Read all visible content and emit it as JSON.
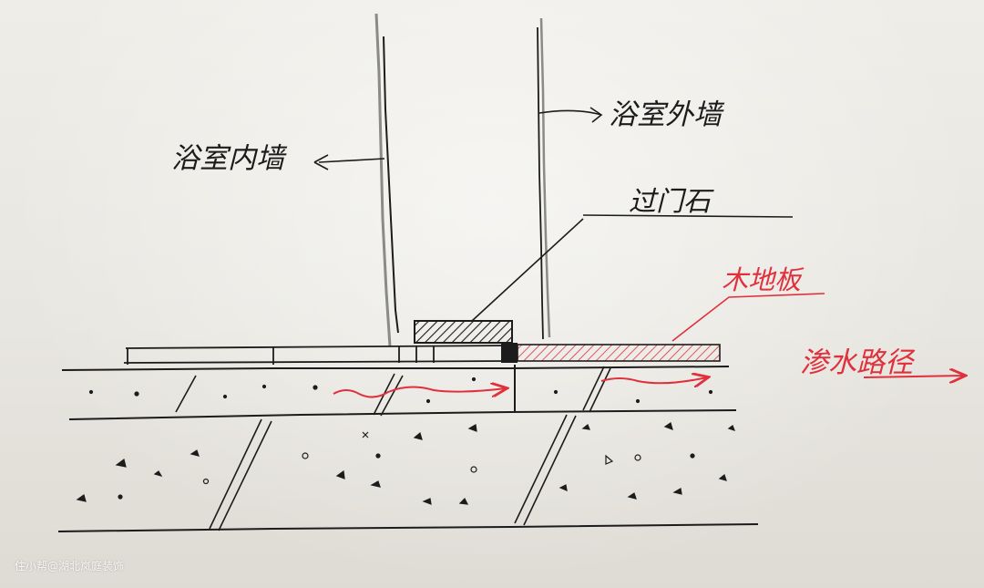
{
  "labels": {
    "inner_wall": "浴室内墙",
    "outer_wall": "浴室外墙",
    "threshold_stone": "过门石",
    "wood_floor": "木地板",
    "seepage_path": "渗水路径"
  },
  "watermark": "住小帮@湖北岚庭装饰",
  "colors": {
    "ink": "#1c1c1c",
    "pencil": "#7a7a78",
    "red_ink": "#e0303c"
  }
}
